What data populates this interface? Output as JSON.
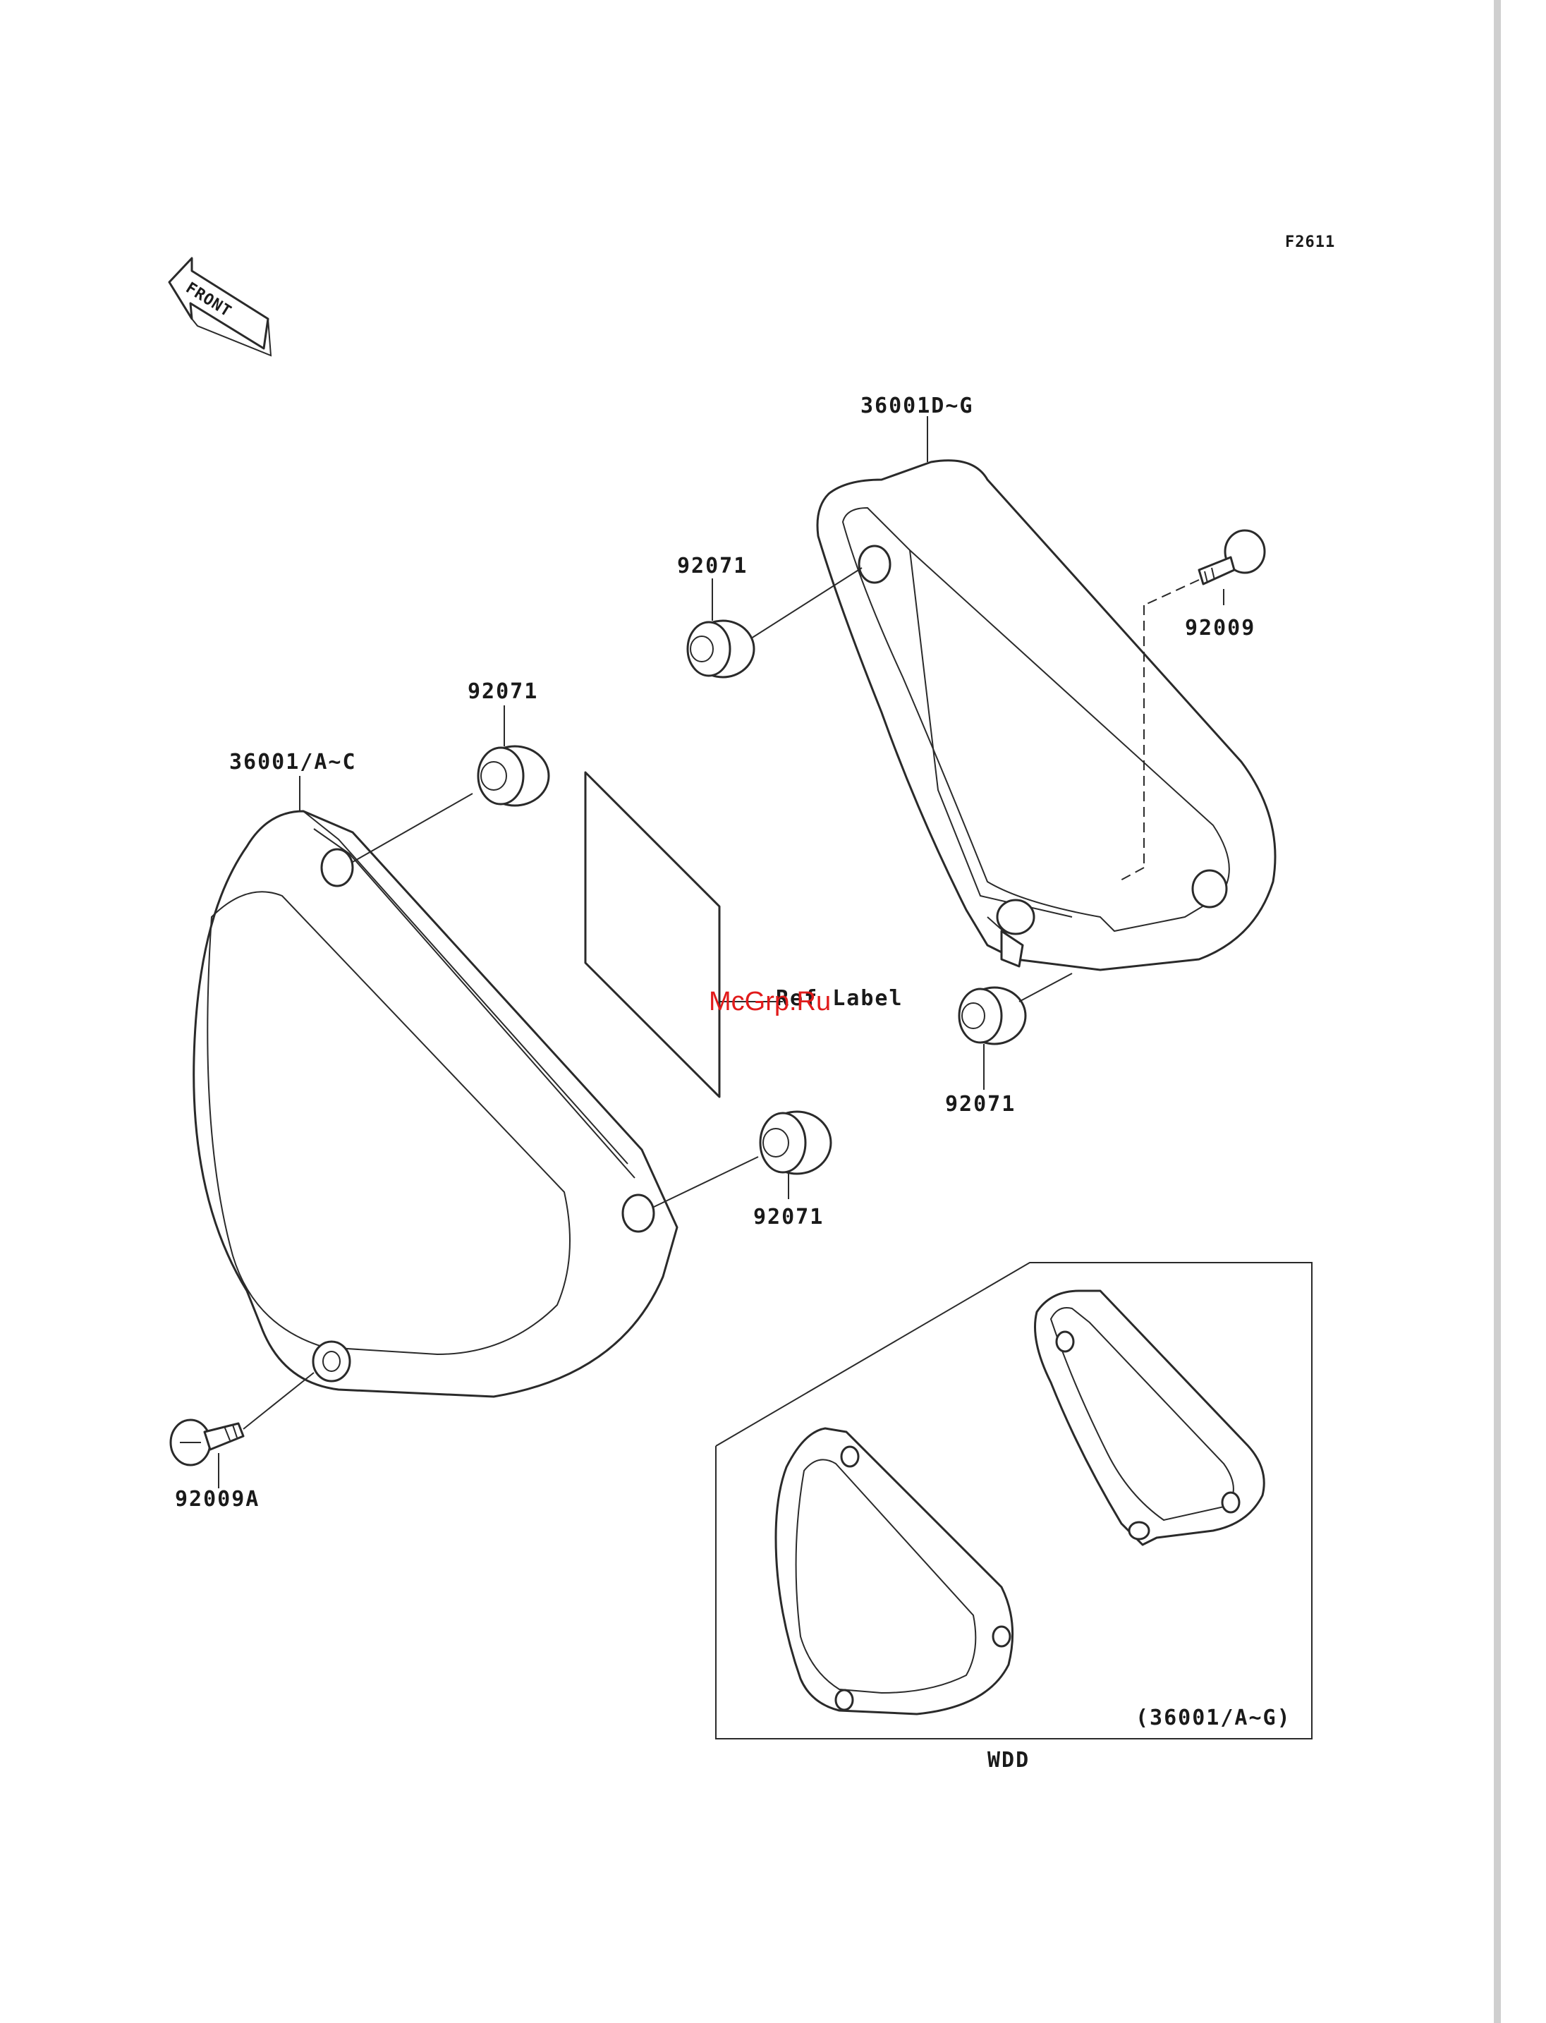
{
  "figure_code": "F2611",
  "front_arrow_text": "FRONT",
  "labels": {
    "cover_left": "36001/A~C",
    "cover_right": "36001D~G",
    "grommet_left_top": "92071",
    "grommet_left_bottom": "92071",
    "grommet_right_top": "92071",
    "grommet_right_bottom": "92071",
    "bolt_right": "92009",
    "bolt_left": "92009A",
    "ref_label": "Ref Label",
    "inset_part": "(36001/A~G)",
    "inset_caption": "WDD"
  },
  "watermark": "McGrp.Ru",
  "colors": {
    "line": "#2a2a2a",
    "watermark": "#e11b1b",
    "background": "#ffffff"
  }
}
